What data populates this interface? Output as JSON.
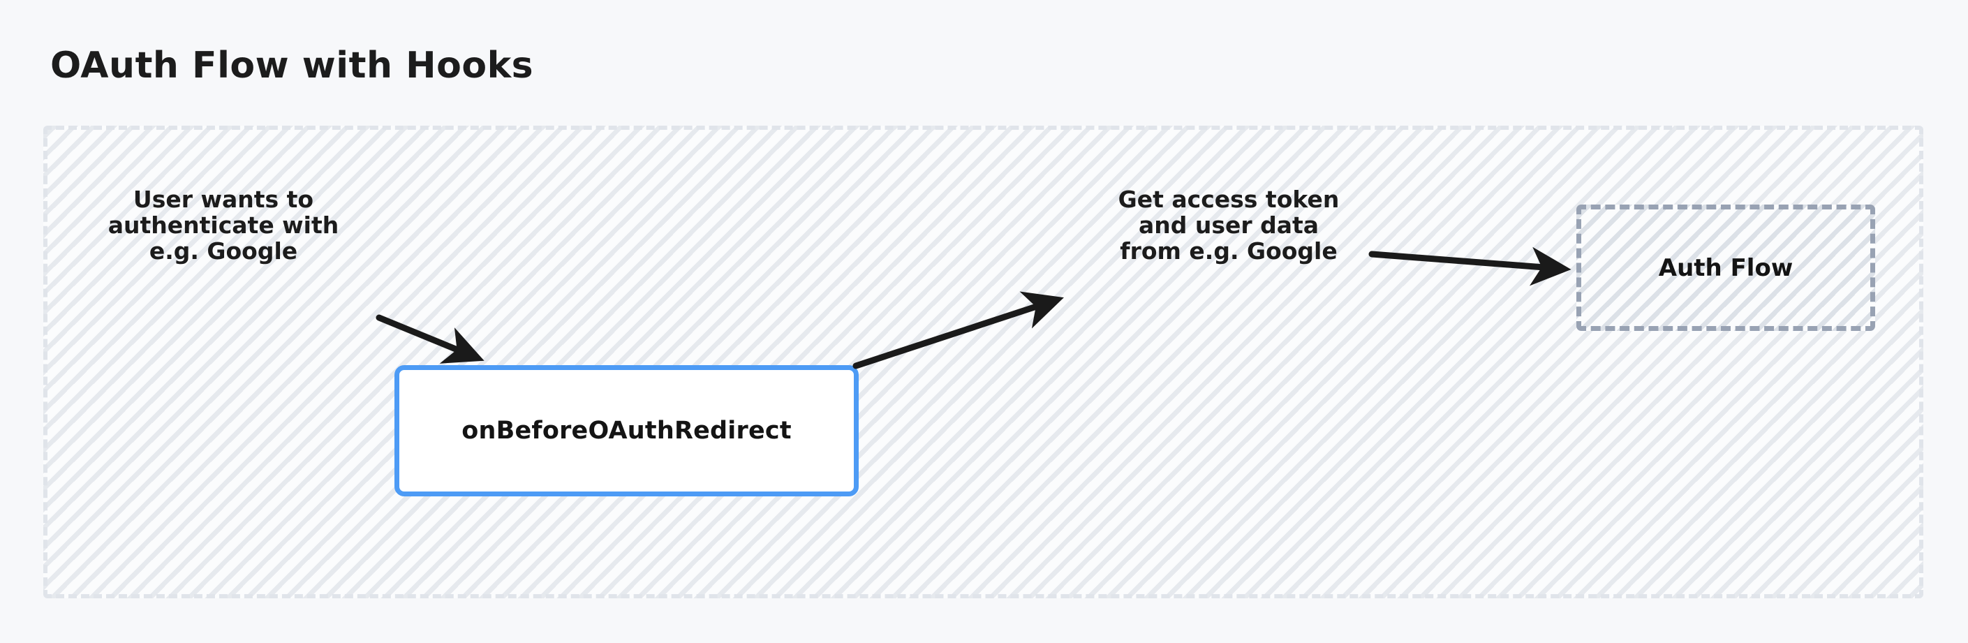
{
  "diagram": {
    "title": "OAuth Flow with Hooks",
    "background_color": "#f7f8fa",
    "accent_color": "#4d9bf5",
    "group_border_color": "#e0e4ea",
    "subgroup_border_color": "#98a2b3",
    "arrow_color": "#1a1a1a",
    "text_color": "#1c1c1c"
  },
  "groups": [
    {
      "name": "oauth-flow-group",
      "label": "",
      "style": "dashed-hatched"
    }
  ],
  "nodes": [
    {
      "id": "hook-node",
      "label": "onBeforeOAuthRedirect",
      "type": "hook",
      "style": "solid-blue-rounded"
    },
    {
      "id": "auth-flow-node",
      "label": "Auth Flow",
      "type": "subgroup",
      "style": "dashed-hatched"
    }
  ],
  "edge_labels": [
    {
      "id": "label-user-authenticate",
      "text": "User wants to\nauthenticate with\ne.g. Google"
    },
    {
      "id": "label-get-token",
      "text": "Get access token\nand user data\nfrom e.g. Google"
    }
  ],
  "arrows": [
    {
      "id": "arrow-user-to-hook",
      "from": "user-intent-label",
      "to": "hook-node",
      "direction": "down-right"
    },
    {
      "id": "arrow-hook-to-token",
      "from": "hook-node",
      "to": "get-token-label",
      "direction": "up-right"
    },
    {
      "id": "arrow-token-to-authflow",
      "from": "get-token-label",
      "to": "auth-flow-node",
      "direction": "right"
    }
  ]
}
